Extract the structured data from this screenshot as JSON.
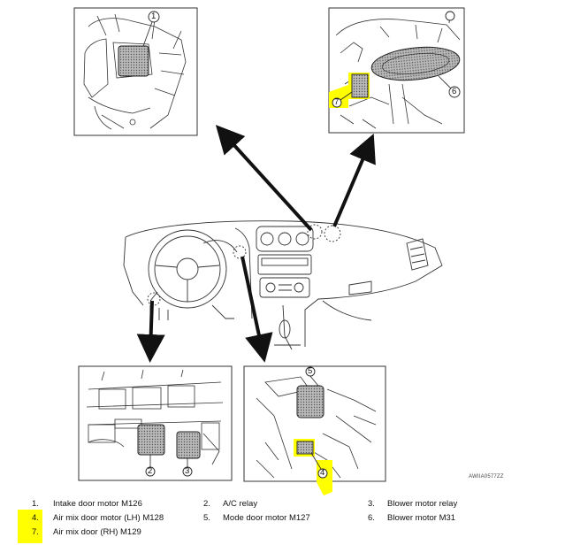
{
  "diagram": {
    "highlight_color": "#ffff00",
    "line_color": "#222222",
    "callouts": [
      "1",
      "2",
      "3",
      "4",
      "5",
      "6",
      "7"
    ],
    "reference_code": "AWIIA0577ZZ",
    "legend": [
      {
        "num": "1.",
        "label": "Intake door motor M126"
      },
      {
        "num": "2.",
        "label": "A/C relay"
      },
      {
        "num": "3.",
        "label": "Blower motor relay"
      },
      {
        "num": "4.",
        "label": "Air mix door motor (LH) M128"
      },
      {
        "num": "5.",
        "label": "Mode door motor M127"
      },
      {
        "num": "6.",
        "label": "Blower motor M31"
      },
      {
        "num": "7.",
        "label": "Air mix door (RH) M129"
      }
    ]
  }
}
